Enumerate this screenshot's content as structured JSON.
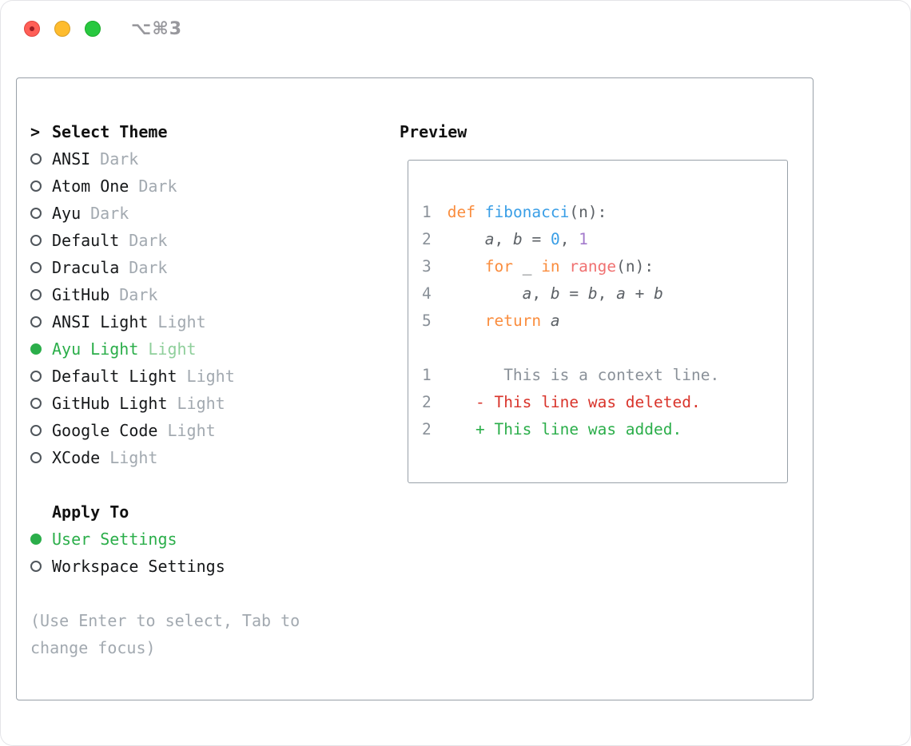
{
  "window": {
    "title": "⌥⌘3"
  },
  "theme_picker": {
    "prompt": ">",
    "title": "Select Theme",
    "themes": [
      {
        "name": "ANSI",
        "variant": "Dark",
        "selected": false
      },
      {
        "name": "Atom One",
        "variant": "Dark",
        "selected": false
      },
      {
        "name": "Ayu",
        "variant": "Dark",
        "selected": false
      },
      {
        "name": "Default",
        "variant": "Dark",
        "selected": false
      },
      {
        "name": "Dracula",
        "variant": "Dark",
        "selected": false
      },
      {
        "name": "GitHub",
        "variant": "Dark",
        "selected": false
      },
      {
        "name": "ANSI Light",
        "variant": "Light",
        "selected": false
      },
      {
        "name": "Ayu Light",
        "variant": "Light",
        "selected": true
      },
      {
        "name": "Default Light",
        "variant": "Light",
        "selected": false
      },
      {
        "name": "GitHub Light",
        "variant": "Light",
        "selected": false
      },
      {
        "name": "Google Code",
        "variant": "Light",
        "selected": false
      },
      {
        "name": "XCode",
        "variant": "Light",
        "selected": false
      }
    ],
    "apply_to": {
      "title": "Apply To",
      "options": [
        {
          "label": "User Settings",
          "selected": true
        },
        {
          "label": "Workspace Settings",
          "selected": false
        }
      ]
    },
    "hint": "(Use Enter to select, Tab to change focus)"
  },
  "preview": {
    "title": "Preview",
    "code_lines": [
      {
        "num": "1",
        "tokens": [
          {
            "t": "def ",
            "c": "kw"
          },
          {
            "t": "fibonacci",
            "c": "fn"
          },
          {
            "t": "(n):",
            "c": "pl"
          }
        ]
      },
      {
        "num": "2",
        "tokens": [
          {
            "t": "    ",
            "c": "pl"
          },
          {
            "t": "a",
            "c": "var"
          },
          {
            "t": ", ",
            "c": "pl"
          },
          {
            "t": "b",
            "c": "var"
          },
          {
            "t": " = ",
            "c": "pl"
          },
          {
            "t": "0",
            "c": "num"
          },
          {
            "t": ", ",
            "c": "pl"
          },
          {
            "t": "1",
            "c": "const"
          }
        ]
      },
      {
        "num": "3",
        "tokens": [
          {
            "t": "    ",
            "c": "pl"
          },
          {
            "t": "for",
            "c": "kw"
          },
          {
            "t": " _ ",
            "c": "pl"
          },
          {
            "t": "in",
            "c": "kw"
          },
          {
            "t": " ",
            "c": "pl"
          },
          {
            "t": "range",
            "c": "call"
          },
          {
            "t": "(n):",
            "c": "pl"
          }
        ]
      },
      {
        "num": "4",
        "tokens": [
          {
            "t": "        ",
            "c": "pl"
          },
          {
            "t": "a",
            "c": "var"
          },
          {
            "t": ", ",
            "c": "pl"
          },
          {
            "t": "b",
            "c": "var"
          },
          {
            "t": " = ",
            "c": "pl"
          },
          {
            "t": "b",
            "c": "var"
          },
          {
            "t": ", ",
            "c": "pl"
          },
          {
            "t": "a",
            "c": "var"
          },
          {
            "t": " + ",
            "c": "pl"
          },
          {
            "t": "b",
            "c": "var"
          }
        ]
      },
      {
        "num": "5",
        "tokens": [
          {
            "t": "    ",
            "c": "pl"
          },
          {
            "t": "return",
            "c": "kw"
          },
          {
            "t": " ",
            "c": "pl"
          },
          {
            "t": "a",
            "c": "var"
          }
        ]
      }
    ],
    "diff_lines": [
      {
        "num": "1",
        "text": "      This is a context line.",
        "kind": "context"
      },
      {
        "num": "2",
        "text": "   - This line was deleted.",
        "kind": "deleted"
      },
      {
        "num": "2",
        "text": "   + This line was added.",
        "kind": "added"
      }
    ]
  },
  "colors": {
    "selected_green": "#2bae4a",
    "selected_variant_green": "#8fcf9b",
    "muted_gray": "#a2a9b0",
    "panel_border": "#98a0a8",
    "title_gray": "#98989d",
    "traffic_red": "#ff5f57",
    "traffic_yellow": "#febc2e",
    "traffic_green": "#28c840",
    "code_keyword": "#fa8d3e",
    "code_function": "#399ee6",
    "code_call": "#f07171",
    "code_number": "#399ee6",
    "code_constant": "#a37acc",
    "code_plain": "#5c6166",
    "code_gutter": "#8a9199",
    "diff_context": "#8a9199",
    "diff_deleted": "#d9342b",
    "diff_added": "#2bae4a"
  }
}
